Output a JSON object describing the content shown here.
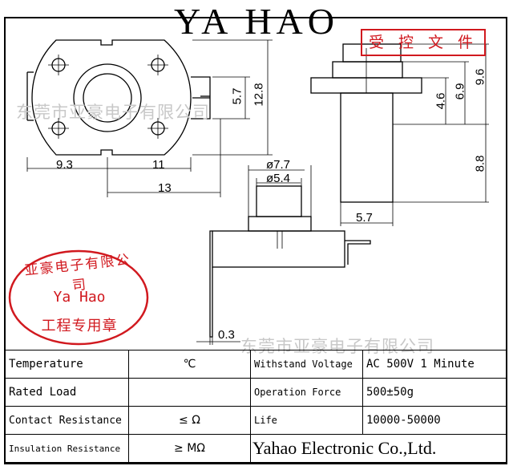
{
  "header": {
    "title": "YA HAO",
    "controlled_label": "受 控 文 件"
  },
  "watermarks": [
    "东莞市亚豪电子有限公司",
    "东莞市亚豪电子有限公司"
  ],
  "dimensions": {
    "width_left": "9.3",
    "width_mid": "11",
    "width_total": "13",
    "height_inner": "5.7",
    "height_outer": "12.8",
    "side_upper": "4.6",
    "side_mid": "6.9",
    "side_total": "9.6",
    "side_lower": "8.8",
    "side_width": "5.7",
    "diam_outer": "ø7.7",
    "diam_inner": "ø5.4",
    "pin_thickness": "0.3"
  },
  "seal": {
    "arc_text": "亚豪电子有限公司",
    "line1": "Ya  Hao",
    "line2": "工程专用章"
  },
  "spec_table": {
    "rows": [
      {
        "label": "Temperature",
        "value": "℃",
        "param": "Withstand Voltage",
        "spec": "AC 500V  1  Minute"
      },
      {
        "label": "Rated Load",
        "value": "",
        "param": "Operation Force",
        "spec": "500±50g"
      },
      {
        "label": "Contact Resistance",
        "value": "≤       Ω",
        "param": "Life",
        "spec": "10000-50000"
      },
      {
        "label": "Insulation Resistance",
        "value": "≥       MΩ",
        "param": "",
        "spec": ""
      }
    ],
    "company": "Yahao Electronic Co.,Ltd."
  }
}
